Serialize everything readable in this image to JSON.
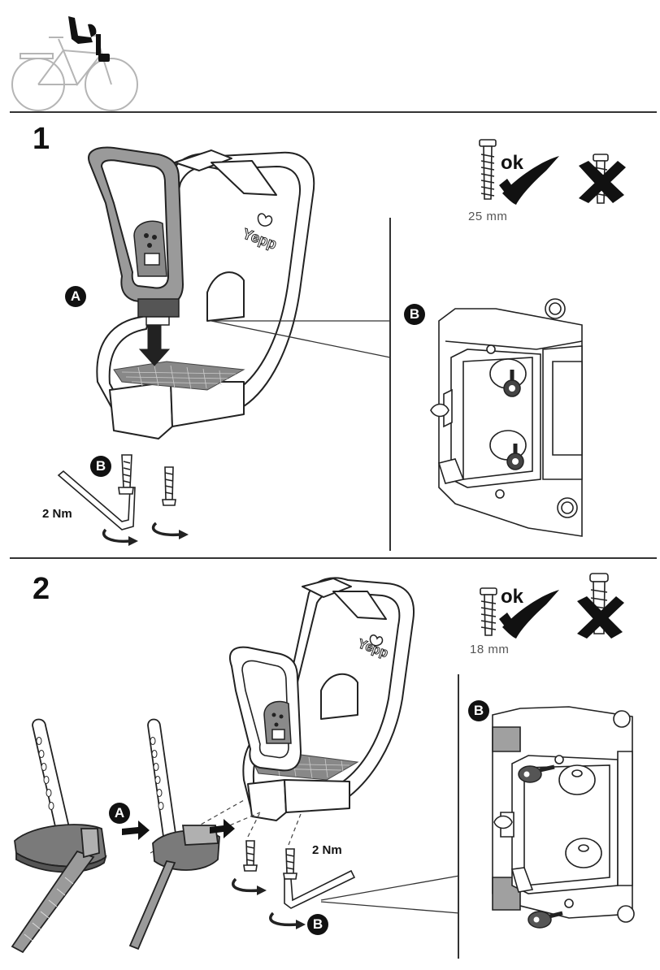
{
  "step1": {
    "number": "1",
    "callout_a": "A",
    "callout_b_detail": "B",
    "callout_b_tool": "B",
    "screw_ok": "ok",
    "screw_length": "25 mm",
    "torque": "2 Nm",
    "seat_logo": "Yepp"
  },
  "step2": {
    "number": "2",
    "callout_a": "A",
    "callout_b_detail": "B",
    "callout_b_tool": "B",
    "screw_ok": "ok",
    "screw_length": "18 mm",
    "torque": "2 Nm",
    "seat_logo": "Yepp"
  },
  "colors": {
    "line": "#222222",
    "grey_fill": "#9a9a9a",
    "light_grey": "#bdbdbd",
    "background": "#ffffff"
  }
}
